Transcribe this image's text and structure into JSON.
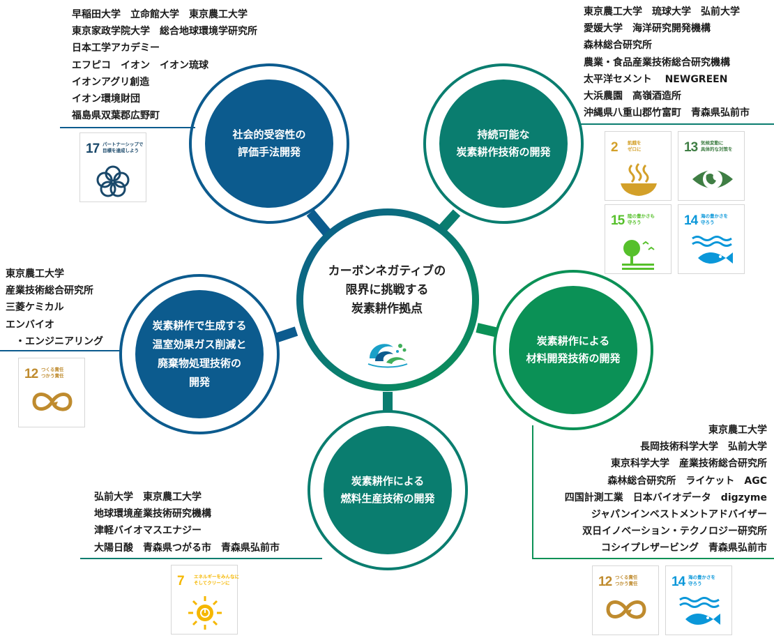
{
  "center": {
    "lines": [
      "カーボンネガティブの",
      "限界に挑戦する",
      "炭素耕作拠点"
    ],
    "logo_icon": "wave-logo-icon"
  },
  "nodes": {
    "social": {
      "lines": [
        "社会的受容性の",
        "評価手法開発"
      ],
      "color": "#0c5b8e"
    },
    "sustainable": {
      "lines": [
        "持続可能な",
        "炭素耕作技術の開発"
      ],
      "color": "#0a7d6f"
    },
    "ghg": {
      "lines": [
        "炭素耕作で生成する",
        "温室効果ガス削減と",
        "廃棄物処理技術の",
        "開発"
      ],
      "color": "#0c5b8e"
    },
    "materials": {
      "lines": [
        "炭素耕作による",
        "材料開発技術の開発"
      ],
      "color": "#0b9156"
    },
    "fuel": {
      "lines": [
        "炭素耕作による",
        "燃料生産技術の開発"
      ],
      "color": "#0a7d6f"
    }
  },
  "partners": {
    "social": [
      "早稲田大学　立命館大学　東京農工大学",
      "東京家政学院大学　総合地球環境学研究所",
      "日本工学アカデミー",
      "エフピコ　イオン　イオン琉球",
      "イオンアグリ創造",
      "イオン環境財団",
      "福島県双葉郡広野町"
    ],
    "sustainable": [
      "東京農工大学　琉球大学　弘前大学",
      "愛媛大学　海洋研究開発機構",
      "森林総合研究所",
      "農業・食品産業技術総合研究機構",
      "太平洋セメント　 NEWGREEN",
      "大浜農園　高嶺酒造所",
      "沖縄県八重山郡竹富町　青森県弘前市"
    ],
    "ghg": [
      "東京農工大学",
      "産業技術総合研究所",
      "三菱ケミカル",
      "エンバイオ",
      "　・エンジニアリング"
    ],
    "materials": [
      "東京農工大学",
      "長岡技術科学大学　弘前大学",
      "東京科学大学　産業技術総合研究所",
      "森林総合研究所　ライケット　AGC",
      "四国計測工業　日本バイオデータ　digzyme",
      "ジャパンインベストメントアドバイザー",
      "双日イノベーション・テクノロジー研究所",
      "コシイプレザービング　青森県弘前市"
    ],
    "fuel": [
      "弘前大学　東京農工大学",
      "地球環境産業技術研究機構",
      "津軽バイオマスエナジー",
      "大陽日酸　青森県つがる市　青森県弘前市"
    ]
  },
  "sdgs": {
    "g17": {
      "num": "17",
      "label": "パートナーシップで\n目標を達成しよう",
      "color": "#19486a",
      "icon": "partnership-flower-icon"
    },
    "g2": {
      "num": "2",
      "label": "飢餓を\nゼロに",
      "color": "#d3a029",
      "icon": "bowl-icon"
    },
    "g13": {
      "num": "13",
      "label": "気候変動に\n具体的な対策を",
      "color": "#3f7e44",
      "icon": "earth-eye-icon"
    },
    "g15": {
      "num": "15",
      "label": "陸の豊かさも\n守ろう",
      "color": "#56c02b",
      "icon": "tree-birds-icon"
    },
    "g14a": {
      "num": "14",
      "label": "海の豊かさを\n守ろう",
      "color": "#0a97d9",
      "icon": "fish-wave-icon"
    },
    "g12a": {
      "num": "12",
      "label": "つくる責任\nつかう責任",
      "color": "#bf8b2e",
      "icon": "infinity-icon"
    },
    "g7": {
      "num": "7",
      "label": "エネルギーをみんなに\nそしてクリーンに",
      "color": "#f5b700",
      "icon": "sun-power-icon"
    },
    "g12b": {
      "num": "12",
      "label": "つくる責任\nつかう責任",
      "color": "#bf8b2e",
      "icon": "infinity-icon"
    },
    "g14b": {
      "num": "14",
      "label": "海の豊かさを\n守ろう",
      "color": "#0a97d9",
      "icon": "fish-wave-icon"
    }
  }
}
